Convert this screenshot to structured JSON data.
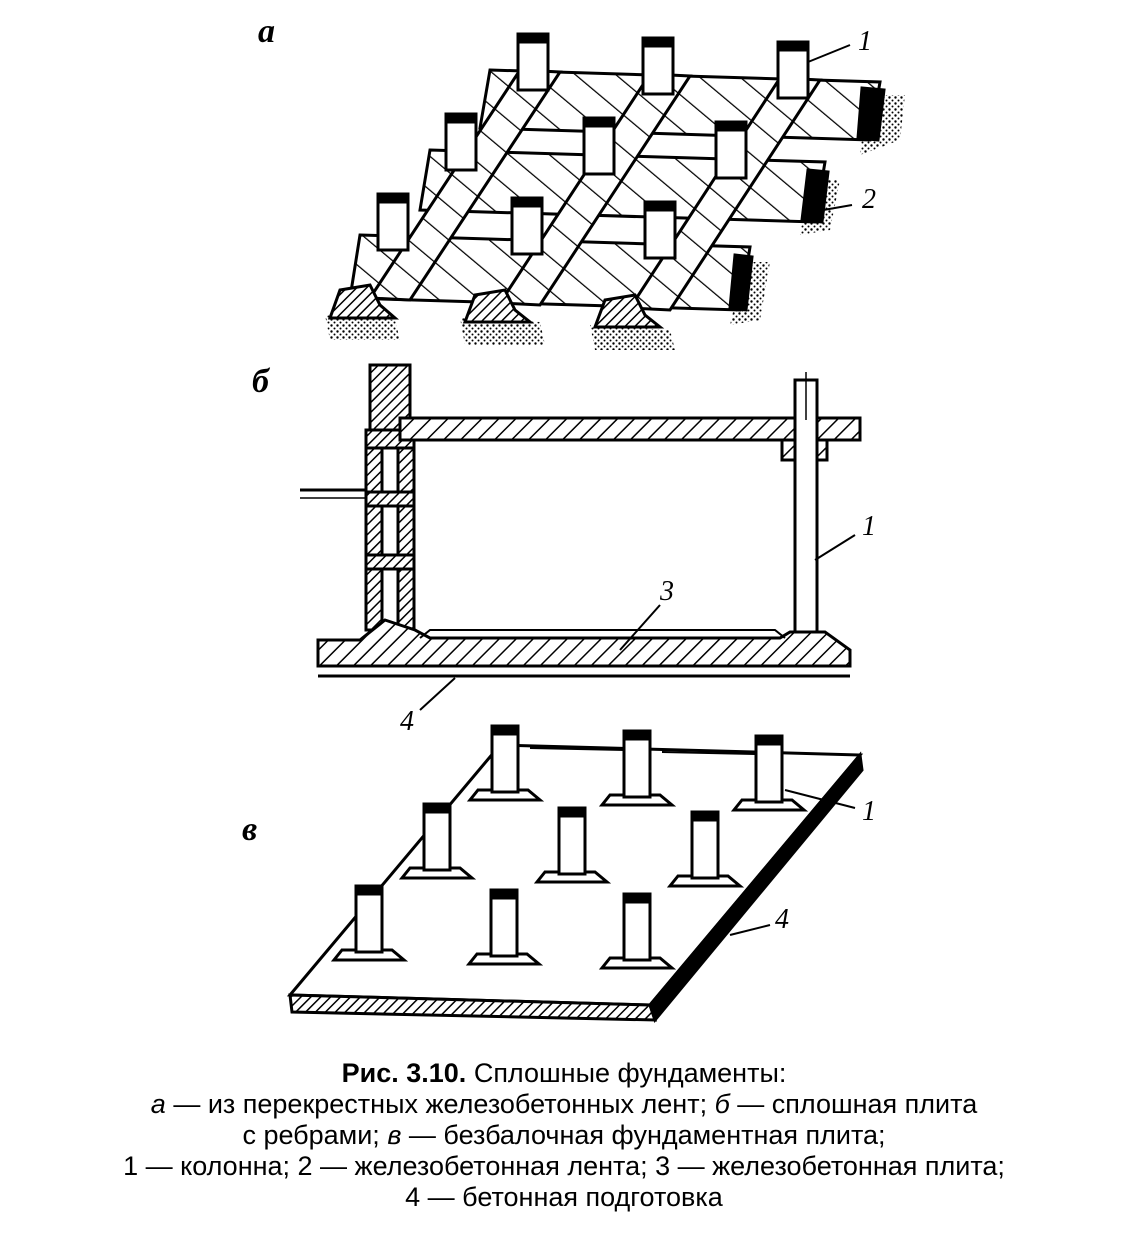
{
  "panels": {
    "a": "а",
    "b": "б",
    "v": "в"
  },
  "callouts": {
    "a_column": "1",
    "a_strip": "2",
    "b_column": "1",
    "b_slab": "3",
    "b_prep": "4",
    "v_column": "1",
    "v_prep": "4"
  },
  "caption": {
    "fig_number": "Рис. 3.10.",
    "title": " Сплошные фундаменты:",
    "line2_key_a": "а",
    "line2_text": " — из перекрестных железобетонных лент; ",
    "line2_key_b": "б",
    "line2_text2": " — сплошная плита",
    "line3_text": "с ребрами; ",
    "line3_key_v": "в",
    "line3_text2": " — безбалочная фундаментная плита;",
    "line4": "1 — колонна; 2 — железобетонная лента; 3 — железобетонная плита;",
    "line5": "4 — бетонная подготовка"
  },
  "colors": {
    "ink": "#000000",
    "paper": "#ffffff"
  }
}
